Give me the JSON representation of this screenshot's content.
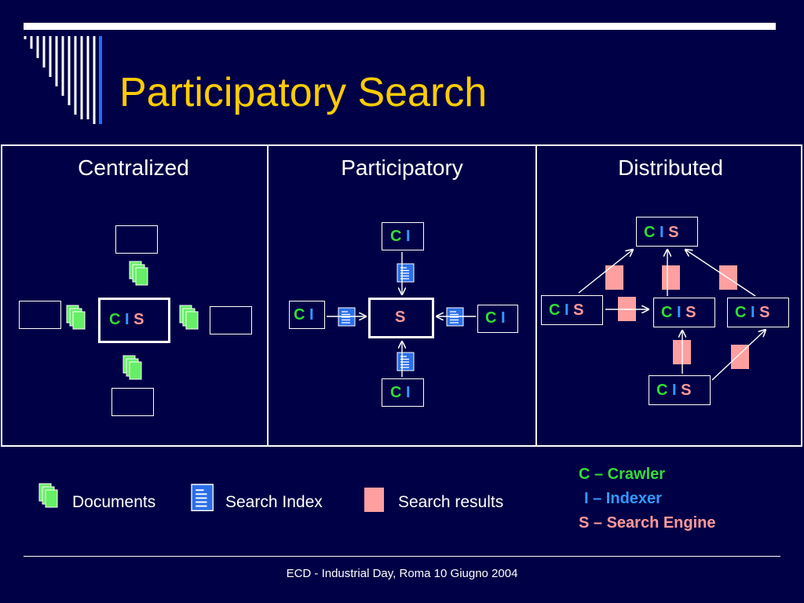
{
  "slide": {
    "title": "Participatory Search",
    "footer": "ECD - Industrial Day, Roma 10 Giugno 2004"
  },
  "columns": {
    "centralized": "Centralized",
    "participatory": "Participatory",
    "distributed": "Distributed"
  },
  "node_letters": {
    "c": "C",
    "i": "I",
    "s": "S"
  },
  "legend": {
    "documents": "Documents",
    "search_index": "Search Index",
    "search_results": "Search results"
  },
  "key": {
    "crawler": "C – Crawler",
    "indexer": "I – Indexer",
    "search_engine": "S – Search Engine"
  },
  "colors": {
    "background": "#000046",
    "title": "#ffcc00",
    "crawler": "#33dd33",
    "indexer": "#3399ff",
    "search_engine": "#ff9999",
    "result": "#ff9f9f"
  }
}
